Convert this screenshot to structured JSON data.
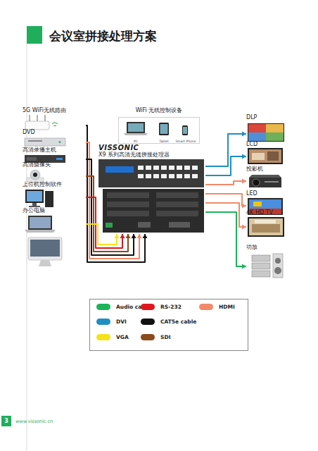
{
  "diagram": {
    "title": "会议室拼接处理方案",
    "nodes": [
      {
        "text": [
          "5G WiFi无线路由"
        ]
      },
      {
        "text": [
          "WiFi 无线控制设备"
        ]
      },
      {
        "text": [
          "PC"
        ],
        "in": 1
      },
      {
        "text": [
          "Tablet"
        ],
        "in": 1
      },
      {
        "text": [
          "Smart Phone"
        ],
        "in": 1
      },
      {
        "text": [
          "DLP"
        ]
      },
      {
        "text": [
          "DVD"
        ]
      },
      {
        "text": [
          "VISSONIC",
          "X9 系列高清无缝拼接处理器"
        ]
      },
      {
        "text": [
          "LCD"
        ]
      },
      {
        "text": [
          "高清录播主机"
        ]
      },
      {
        "text": [
          "高清摄像头"
        ]
      },
      {
        "text": [
          "投影机"
        ]
      },
      {
        "text": [
          "上位机控制软件"
        ]
      },
      {
        "text": [
          "LED"
        ]
      },
      {
        "text": [
          "办公电脑"
        ]
      },
      {
        "text": [
          "4K HD TV"
        ]
      },
      {
        "text": [
          "功放"
        ]
      }
    ],
    "edges": [
      {
        "from": 0,
        "to": 7,
        "arrow": "to"
      },
      {
        "from": 6,
        "to": 7,
        "arrow": "to"
      },
      {
        "from": 9,
        "to": 7,
        "arrow": "to"
      },
      {
        "from": 10,
        "to": 7,
        "arrow": "to"
      },
      {
        "from": 12,
        "to": 7,
        "arrow": "to"
      },
      {
        "from": 14,
        "to": 7,
        "arrow": "to"
      },
      {
        "from": 7,
        "to": 5,
        "arrow": "to"
      },
      {
        "from": 7,
        "to": 8,
        "arrow": "to"
      },
      {
        "from": 7,
        "to": 11,
        "arrow": "to"
      },
      {
        "from": 7,
        "to": 13,
        "arrow": "to"
      },
      {
        "from": 7,
        "to": 15,
        "arrow": "to"
      },
      {
        "from": 7,
        "to": 16,
        "arrow": "to"
      }
    ],
    "labels": [
      "3",
      "www.vissonic.cn"
    ],
    "legend": [
      {
        "text": "Audio cable",
        "color": "#1db35a"
      },
      {
        "text": "RS-232",
        "color": "#e0161d"
      },
      {
        "text": "HDMI",
        "color": "#f28a6a"
      },
      {
        "text": "DVI",
        "color": "#1f8fc0"
      },
      {
        "text": "CAT5e cable",
        "color": "#111111"
      },
      {
        "text": "VGA",
        "color": "#f5e21a"
      },
      {
        "text": "SDI",
        "color": "#8b4a1a"
      }
    ]
  }
}
